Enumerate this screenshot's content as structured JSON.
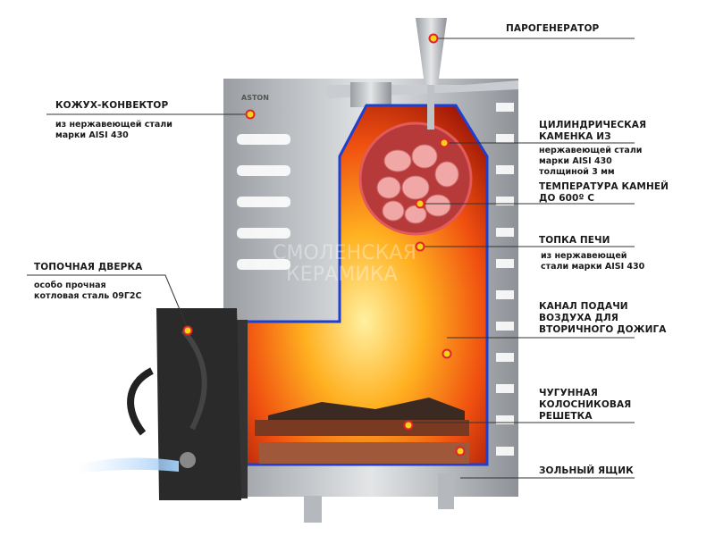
{
  "brand_logo": "ASTON",
  "watermark": [
    "СМОЛЕНСКАЯ",
    "КЕРАМИКА"
  ],
  "colors": {
    "marker_fill": "#f5d31a",
    "marker_ring": "#e0242a",
    "outline": "#1e3fd0",
    "line": "#333333"
  },
  "callouts": {
    "steam": {
      "title": "ПАРОГЕНЕРАТОР"
    },
    "casing": {
      "title": "КОЖУХ-КОНВЕКТОР",
      "sub": [
        "из нержавеющей стали",
        "марки AISI 430"
      ]
    },
    "heater": {
      "title": [
        "ЦИЛИНДРИЧЕСКАЯ",
        "КАМЕНКА ИЗ"
      ],
      "sub": [
        "нержавеющей стали",
        "марки AISI 430",
        "толщиной 3 мм"
      ]
    },
    "stones": {
      "title": [
        "ТЕМПЕРАТУРА КАМНЕЙ",
        "ДО 600º С"
      ]
    },
    "firebox": {
      "title": "ТОПКА ПЕЧИ",
      "sub": [
        "из нержавеющей",
        "стали марки AISI 430"
      ]
    },
    "door": {
      "title": "ТОПОЧНАЯ ДВЕРКА",
      "sub": [
        "особо прочная",
        "котловая сталь 09Г2С"
      ]
    },
    "air": {
      "title": [
        "КАНАЛ ПОДАЧИ",
        "ВОЗДУХА ДЛЯ",
        "ВТОРИЧНОГО ДОЖИГА"
      ]
    },
    "grate": {
      "title": [
        "ЧУГУННАЯ",
        "КОЛОСНИКОВАЯ",
        "РЕШЕТКА"
      ]
    },
    "ash": {
      "title": "ЗОЛЬНЫЙ ЯЩИК"
    }
  }
}
